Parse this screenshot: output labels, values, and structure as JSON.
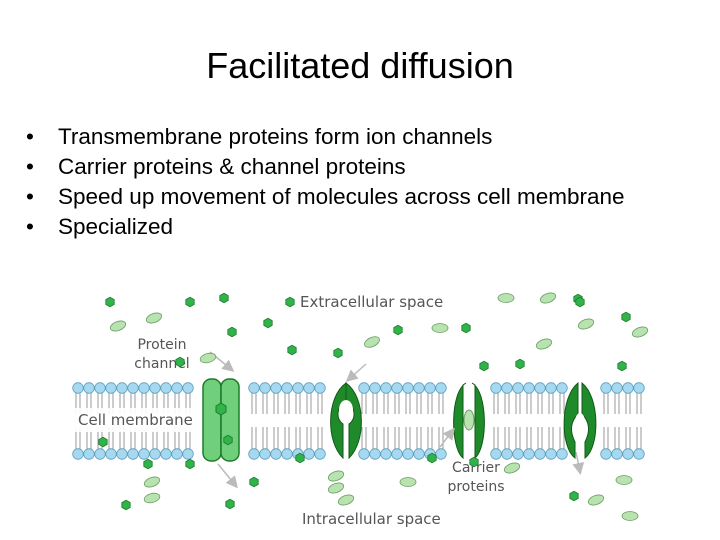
{
  "slide": {
    "title": "Facilitated diffusion",
    "bullets": [
      "Transmembrane proteins form ion channels",
      "Carrier proteins & channel proteins",
      "Speed up movement of molecules across cell membrane",
      "Specialized"
    ]
  },
  "diagram": {
    "labels": {
      "extracellular": "Extracellular space",
      "protein_channel_line1": "Protein",
      "protein_channel_line2": "channel",
      "cell_membrane": "Cell membrane",
      "carrier_line1": "Carrier",
      "carrier_line2": "proteins",
      "intracellular": "Intracellular space"
    },
    "colors": {
      "phospholipid_head": "#a6d8ef",
      "channel_protein": "#6fcf7a",
      "carrier_protein": "#1f8a2a",
      "molecule_hexagon": "#2fb34a",
      "molecule_oval": "#b8e2b0"
    }
  }
}
